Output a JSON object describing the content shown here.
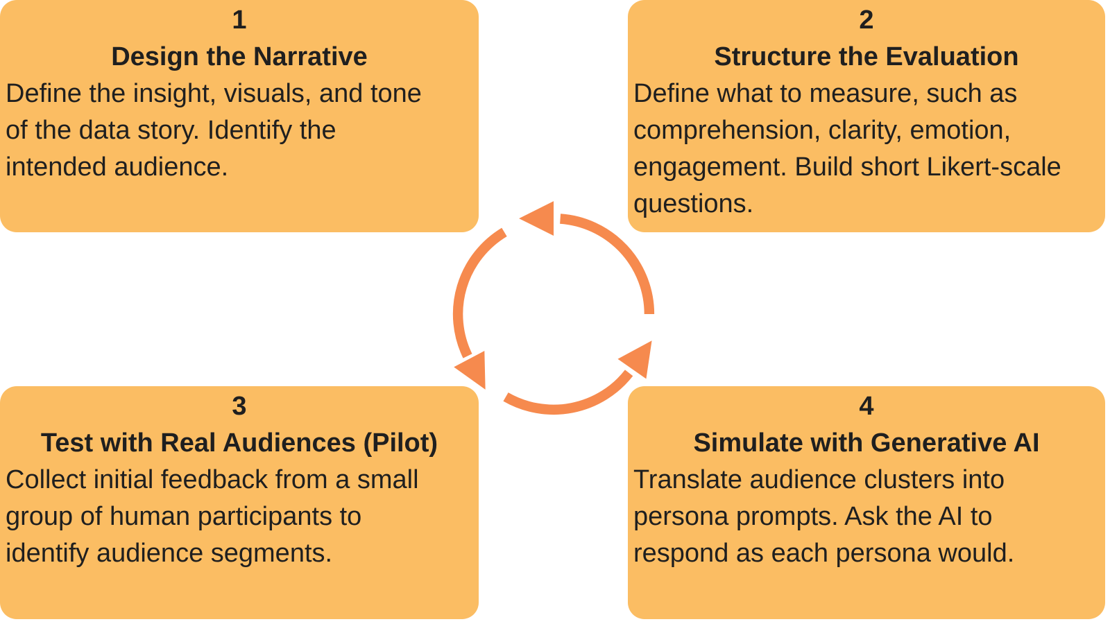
{
  "page": {
    "background": "#FFFFFF",
    "description": "Four-step cyclical process diagram"
  },
  "colors": {
    "page_bg": "#FFFFFF",
    "card_bg": "#FBBD63",
    "arrow": "#F68A4E",
    "text": "#1F1F1F"
  },
  "cards": [
    {
      "number": "1",
      "title": "Design the Narrative",
      "body_lines": [
        "Define the insight, visuals, and tone",
        "of the data story. Identify the",
        "intended audience."
      ]
    },
    {
      "number": "2",
      "title": "Structure the Evaluation",
      "body_lines": [
        "Define what to measure, such as",
        "comprehension, clarity, emotion,",
        "engagement. Build short Likert-scale",
        "questions."
      ]
    },
    {
      "number": "3",
      "title": "Test with Real Audiences (Pilot)",
      "body_lines": [
        "Collect initial feedback from a small",
        "group of human participants to",
        "identify audience segments."
      ]
    },
    {
      "number": "4",
      "title": "Simulate with Generative AI",
      "body_lines": [
        "Translate audience clusters into",
        "persona prompts. Ask the AI to",
        "respond as each persona would."
      ]
    }
  ],
  "center_icon": {
    "name": "cycle-arrows-icon",
    "direction": "counterclockwise",
    "arrow_count": 3
  }
}
